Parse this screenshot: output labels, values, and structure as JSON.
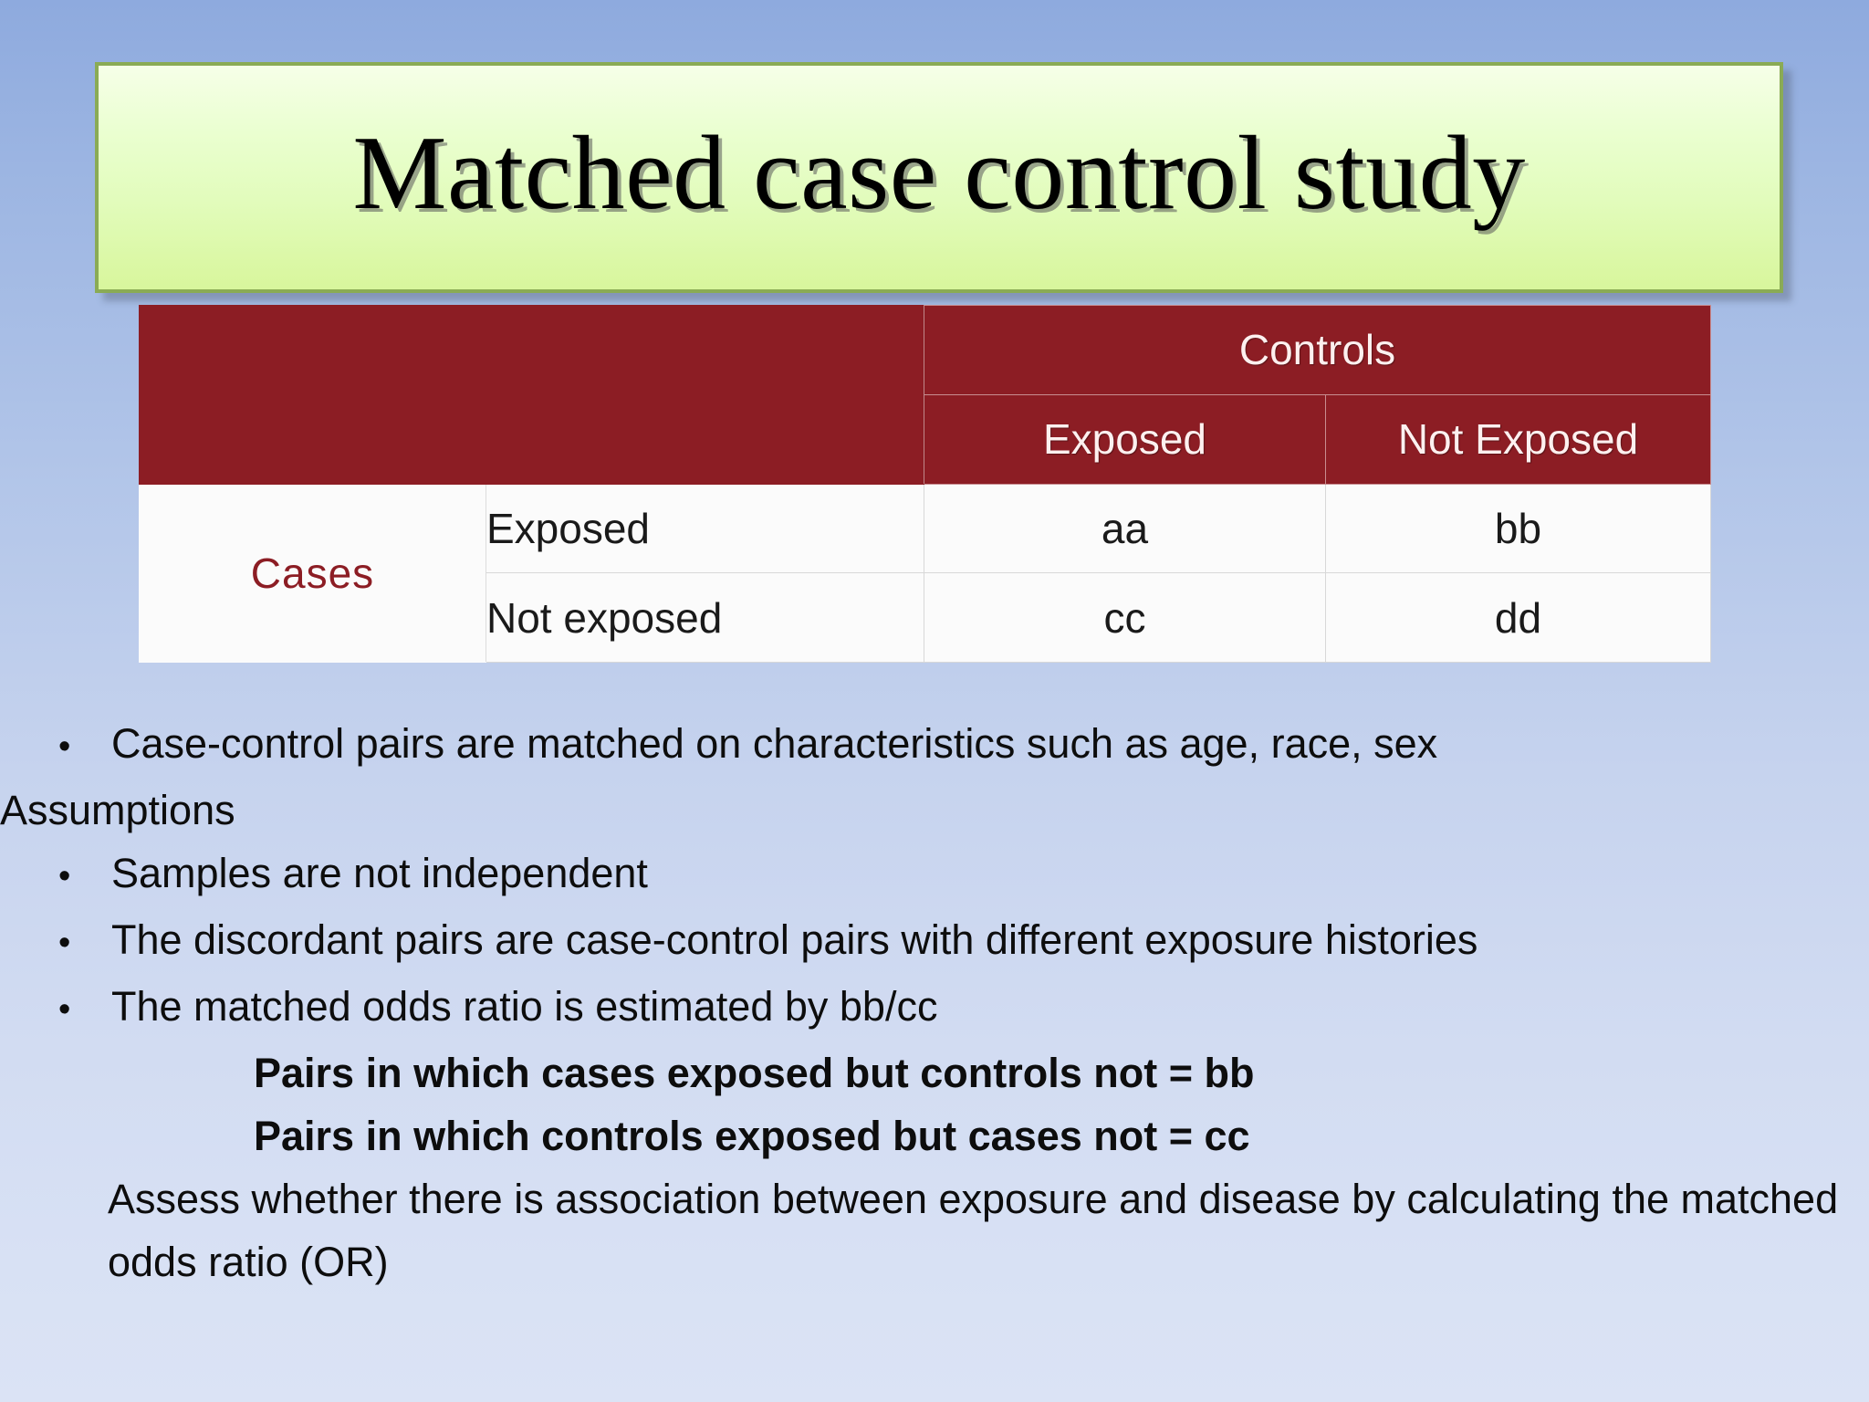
{
  "slide": {
    "title": "Matched case control study",
    "background_top_color": "#8eaade",
    "background_bottom_color": "#dbe3f5",
    "title_box_border_color": "#8aab55",
    "title_box_fill_top": "#f6ffe8",
    "title_box_fill_bottom": "#d8f69c"
  },
  "table": {
    "header_bg_color": "#8c1d24",
    "header_text_color": "#fdf0ef",
    "body_bg_color": "#fbfbfb",
    "group_header": "Controls",
    "column_headers": [
      "Exposed",
      "Not Exposed"
    ],
    "row_group_label": "Cases",
    "row_labels": [
      "Exposed",
      "Not exposed"
    ],
    "cells": [
      [
        "aa",
        "bb"
      ],
      [
        "cc",
        "dd"
      ]
    ]
  },
  "content": {
    "bullet_glyph": "•",
    "bullet1": "Case-control pairs are matched on characteristics such as age, race, sex",
    "assumptions_label": "Assumptions",
    "bullet2": "Samples are not independent",
    "bullet3": "The discordant pairs are case-control pairs with different exposure histories",
    "bullet4": "The matched odds ratio is estimated by bb/cc",
    "bold1": "Pairs in which cases exposed but controls not = bb",
    "bold2": "Pairs in which controls exposed but cases not = cc",
    "closing": "Assess whether there is association between exposure and disease by calculating the matched odds ratio (OR)"
  }
}
